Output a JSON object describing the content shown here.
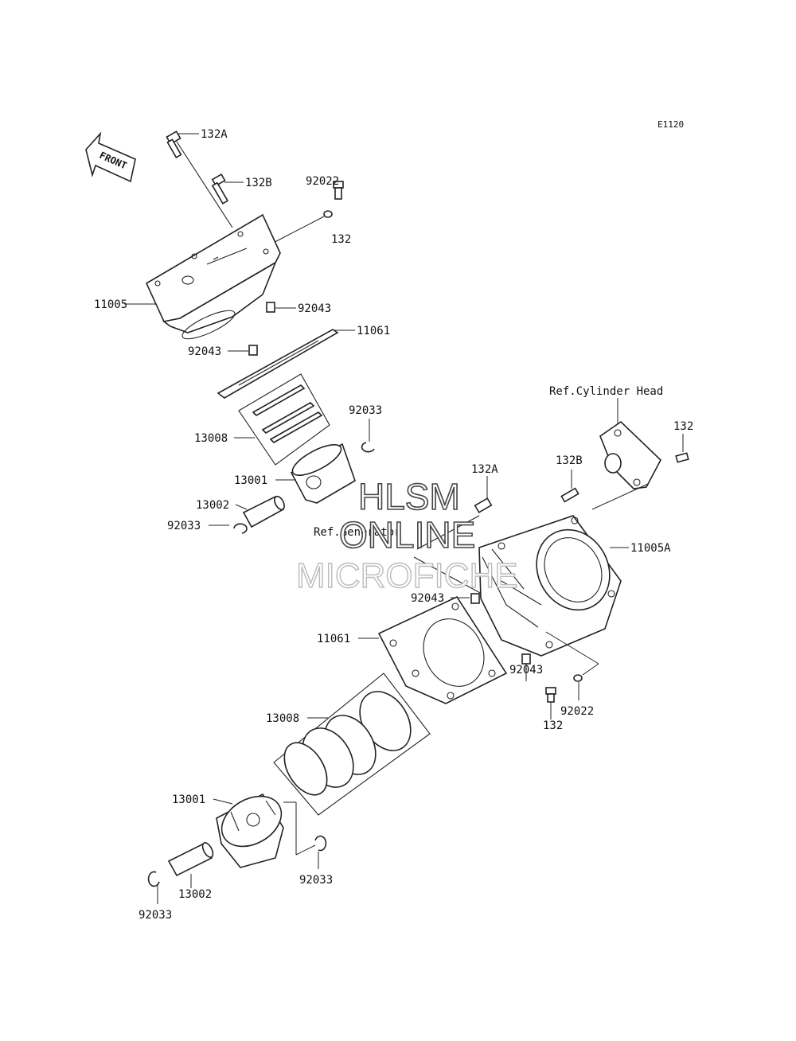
{
  "diagram": {
    "code": "E1120",
    "front_label": "FRONT",
    "refs": {
      "cylinder_head": "Ref.Cylinder Head",
      "generator": "Ref.Generator"
    },
    "labels": {
      "upper_bolt_a": "132A",
      "upper_bolt_b": "132B",
      "upper_washer": "92022",
      "upper_bolt": "132",
      "upper_cylinder": "11005",
      "upper_dowel_1": "92043",
      "upper_gasket": "11061",
      "upper_dowel_2": "92043",
      "upper_rings": "13008",
      "upper_circlip_1": "92033",
      "upper_piston": "13001",
      "upper_pin": "13002",
      "upper_circlip_2": "92033",
      "lower_bolt_a": "132A",
      "lower_bolt_b": "132B",
      "head_bolt": "132",
      "lower_cylinder": "11005A",
      "lower_dowel_1": "92043",
      "lower_gasket": "11061",
      "lower_dowel_2": "92043",
      "lower_washer": "92022",
      "lower_bolt": "132",
      "lower_rings": "13008",
      "lower_piston": "13001",
      "lower_circlip_1": "92033",
      "lower_pin": "13002",
      "lower_circlip_2": "92033"
    },
    "watermark": {
      "line1": "HLSM",
      "line2": "ONLINE",
      "line3": "MICROFICHE"
    }
  }
}
